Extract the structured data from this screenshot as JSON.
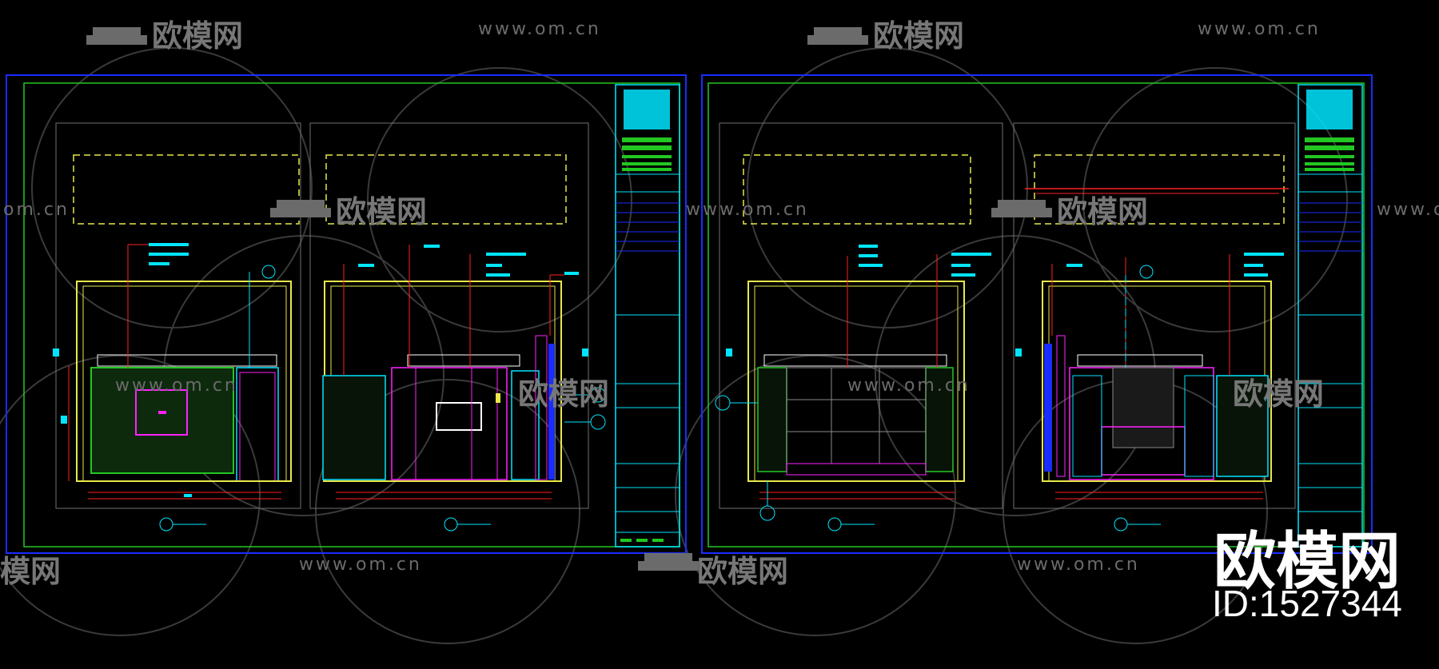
{
  "watermarks": {
    "url_text": "www.om.cn",
    "url_text_short": "om.cn",
    "brand_cn": "欧模网",
    "brand_cn_cut": "欧模网"
  },
  "brand": {
    "name": "欧模网",
    "id_label": "ID:1527344"
  },
  "colors": {
    "background": "#000000",
    "frame_blue": "#1a2cff",
    "frame_green": "#22c722",
    "cyan": "#00e5ff",
    "magenta": "#ff22ff",
    "red": "#ff2020",
    "yellow": "#e8e84a",
    "gray": "#8a8a8a",
    "white": "#ffffff"
  },
  "icons": [
    "sofa-logo-icon",
    "watermark-circle-icon",
    "section-marker-icon",
    "title-block-logo-icon"
  ]
}
